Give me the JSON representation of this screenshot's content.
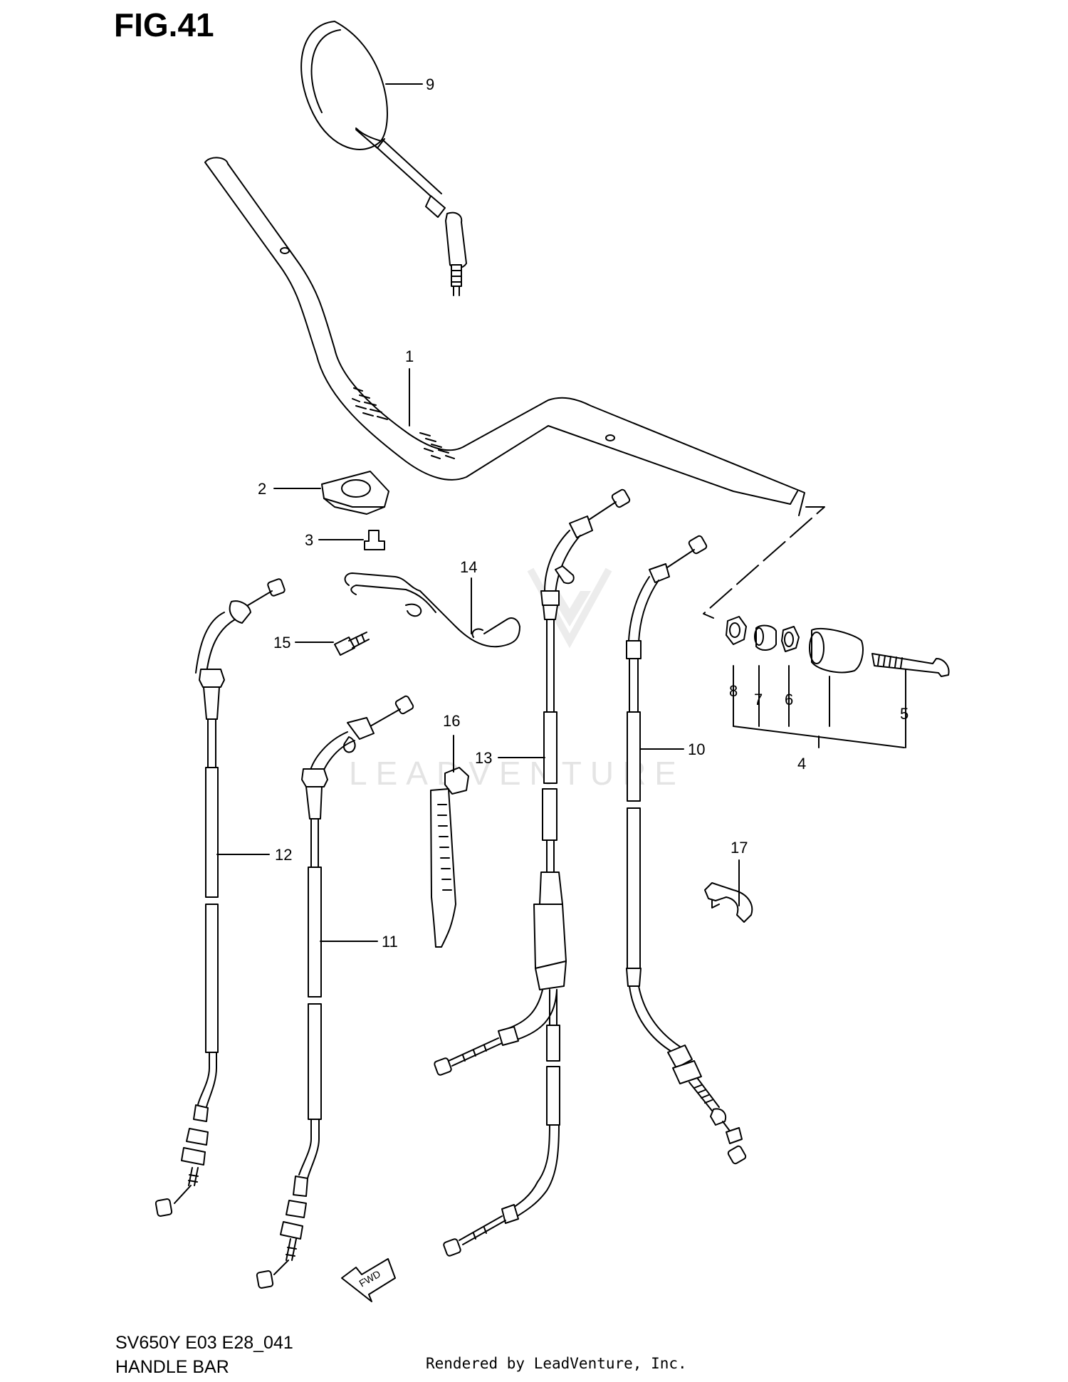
{
  "figure": {
    "title": "FIG.41",
    "model_code": "SV650Y E03 E28_041",
    "section_name": "HANDLE BAR",
    "credit": "Rendered by LeadVenture, Inc."
  },
  "watermark": {
    "text": "LEADVENTURE"
  },
  "callouts": [
    {
      "id": "1",
      "label": "1"
    },
    {
      "id": "2",
      "label": "2"
    },
    {
      "id": "3",
      "label": "3"
    },
    {
      "id": "4",
      "label": "4"
    },
    {
      "id": "5",
      "label": "5"
    },
    {
      "id": "6",
      "label": "6"
    },
    {
      "id": "7",
      "label": "7"
    },
    {
      "id": "8",
      "label": "8"
    },
    {
      "id": "9",
      "label": "9"
    },
    {
      "id": "10",
      "label": "10"
    },
    {
      "id": "11",
      "label": "11"
    },
    {
      "id": "12",
      "label": "12"
    },
    {
      "id": "13",
      "label": "13"
    },
    {
      "id": "14",
      "label": "14"
    },
    {
      "id": "15",
      "label": "15"
    },
    {
      "id": "16",
      "label": "16"
    },
    {
      "id": "17",
      "label": "17"
    }
  ]
}
